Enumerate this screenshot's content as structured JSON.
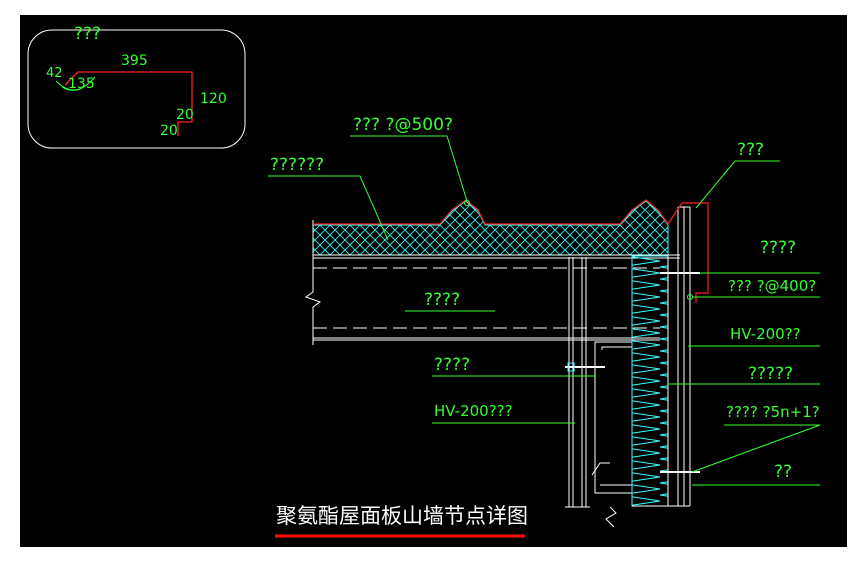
{
  "drawing": {
    "title": "聚氨酯屋面板山墙节点详图",
    "colors": {
      "background": "#000000",
      "frame": "#ffffff",
      "label": "#33ff33",
      "leader": "#33ff33",
      "flashing": "#ff2020",
      "title_underline": "#ff1010",
      "panel_fill": "#33ffff",
      "steel": "#ffffff"
    }
  },
  "inset": {
    "title": "???",
    "dims": {
      "d42": "42",
      "d395": "395",
      "d135": "135",
      "d120": "120",
      "d20a": "20",
      "d20b": "20"
    }
  },
  "labels": {
    "roof_panel": "??????",
    "screw_500": "??? ?@500?",
    "flashing": "???",
    "purlin": "????",
    "item_r1": "????",
    "screw_400": "??? ?@400?",
    "hv200_right": "HV-200??",
    "bracket_left": "????",
    "wall_panel": "?????",
    "hv200_left": "HV-200???",
    "screw_5n": "???? ?5n+1?",
    "item_bottom": "??"
  }
}
